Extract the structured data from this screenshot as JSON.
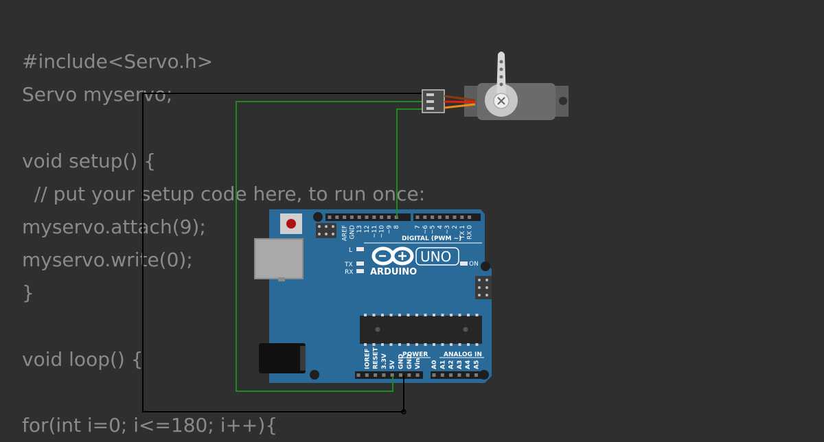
{
  "code": {
    "lines": [
      "#include<Servo.h>",
      "Servo myservo;",
      "",
      "void setup() {",
      "  // put your setup code here, to run once:",
      "myservo.attach(9);",
      "myservo.write(0);",
      "}",
      "",
      "void loop() {",
      "",
      "for(int i=0; i<=180; i++){"
    ]
  },
  "board": {
    "digital_label": "DIGITAL (PWM ~)",
    "digital_pins": [
      "AREF",
      "GND",
      "13",
      "12",
      "~11",
      "~10",
      "~9",
      "8",
      "7",
      "~6",
      "~5",
      "4",
      "~3",
      "2",
      "TX 1",
      "RX 0"
    ],
    "led_l_label": "L",
    "led_tx_label": "TX",
    "led_rx_label": "RX",
    "on_label": "ON",
    "brand_name": "ARDUINO",
    "model_name": "UNO",
    "power_label": "POWER",
    "analog_label": "ANALOG IN",
    "power_pins": [
      "IOREF",
      "RESET",
      "3.3V",
      "5V",
      "GND",
      "GND",
      "Vin"
    ],
    "analog_pins": [
      "A0",
      "A1",
      "A2",
      "A3",
      "A4",
      "A5"
    ]
  },
  "colors": {
    "background": "#2f2f2f",
    "code_text": "#8a8a8a",
    "board": "#2a6a99",
    "wire_signal": "#1f8a1f",
    "wire_ground": "#000000",
    "servo_body": "#6b6b6b",
    "servo_horn": "#c8c8c8"
  }
}
